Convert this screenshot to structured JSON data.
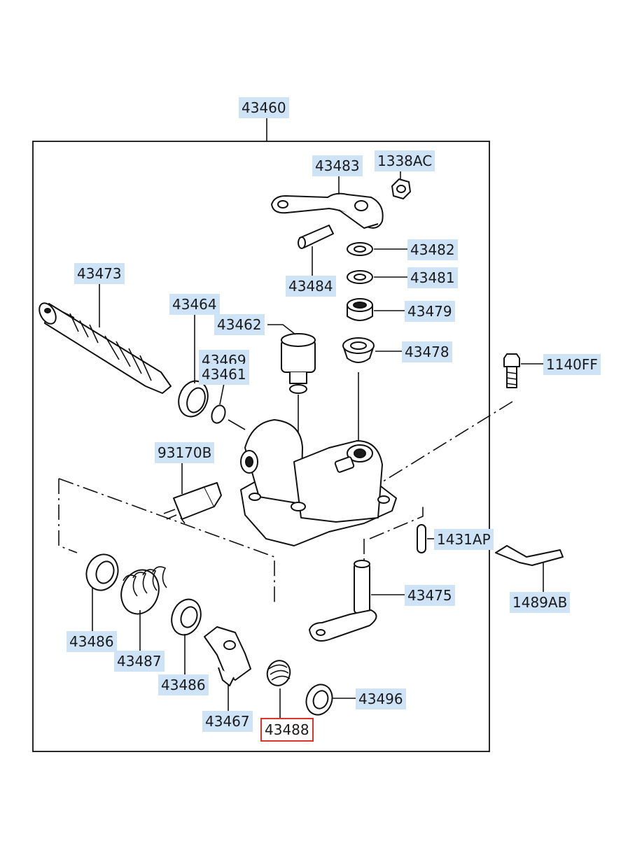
{
  "diagram": {
    "assembly_label": "43460",
    "highlight_color": "#e0302a",
    "label_color": "#cfe3f7",
    "selected_part": "43488",
    "parts": [
      {
        "id": "p-43483",
        "code": "43483"
      },
      {
        "id": "p-1338AC",
        "code": "1338AC"
      },
      {
        "id": "p-43482",
        "code": "43482"
      },
      {
        "id": "p-43481",
        "code": "43481"
      },
      {
        "id": "p-43484",
        "code": "43484"
      },
      {
        "id": "p-43479",
        "code": "43479"
      },
      {
        "id": "p-43473",
        "code": "43473"
      },
      {
        "id": "p-43464",
        "code": "43464"
      },
      {
        "id": "p-43462",
        "code": "43462"
      },
      {
        "id": "p-43478",
        "code": "43478"
      },
      {
        "id": "p-43469",
        "code": "43469"
      },
      {
        "id": "p-43461",
        "code": "43461"
      },
      {
        "id": "p-1140FF",
        "code": "1140FF"
      },
      {
        "id": "p-93170B",
        "code": "93170B"
      },
      {
        "id": "p-1431AP",
        "code": "1431AP"
      },
      {
        "id": "p-43475",
        "code": "43475"
      },
      {
        "id": "p-1489AB",
        "code": "1489AB"
      },
      {
        "id": "p-43486a",
        "code": "43486"
      },
      {
        "id": "p-43487",
        "code": "43487"
      },
      {
        "id": "p-43486b",
        "code": "43486"
      },
      {
        "id": "p-43496",
        "code": "43496"
      },
      {
        "id": "p-43467",
        "code": "43467"
      },
      {
        "id": "p-43488",
        "code": "43488"
      }
    ]
  }
}
